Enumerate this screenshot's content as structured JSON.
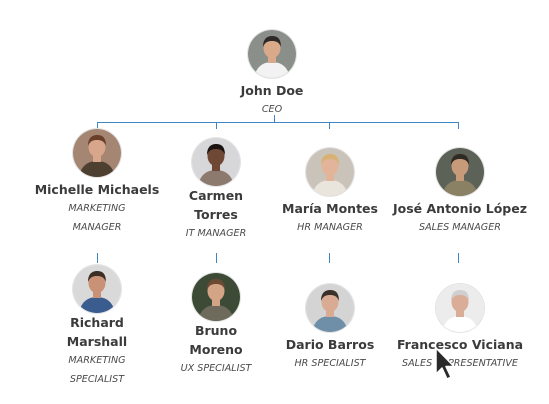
{
  "org": {
    "ceo": {
      "name": "John Doe",
      "title": "CEO",
      "avatar": {
        "bg": "#8b8f8a",
        "skin": "#d9a98a",
        "hair": "#2d2926",
        "shirt": "#f2f2f2"
      }
    },
    "managers": [
      {
        "name": "Michelle Michaels",
        "title": "MARKETING MANAGER",
        "avatar": {
          "bg": "#a48672",
          "skin": "#d7a68b",
          "hair": "#6a3f2a",
          "shirt": "#4d4030"
        },
        "report": {
          "name": "Richard Marshall",
          "title": "MARKETING SPECIALIST",
          "avatar": {
            "bg": "#d9d9d9",
            "skin": "#c99277",
            "hair": "#3a2e25",
            "shirt": "#3a5c8f"
          }
        }
      },
      {
        "name": "Carmen Torres",
        "title": "IT MANAGER",
        "avatar": {
          "bg": "#d7d6d8",
          "skin": "#6e4834",
          "hair": "#1b1311",
          "shirt": "#8d7a6f"
        },
        "report": {
          "name": "Bruno Moreno",
          "title": "UX SPECIALIST",
          "avatar": {
            "bg": "#3d4b36",
            "skin": "#d4a487",
            "hair": "#6b4a33",
            "shirt": "#6e6b5c"
          }
        }
      },
      {
        "name": "María Montes",
        "title": "HR MANAGER",
        "avatar": {
          "bg": "#c9c3ba",
          "skin": "#e2b59a",
          "hair": "#d8b275",
          "shirt": "#e9e4dc"
        },
        "report": {
          "name": "Dario Barros",
          "title": "HR SPECIALIST",
          "avatar": {
            "bg": "#d4d4d4",
            "skin": "#d9ab92",
            "hair": "#3b3128",
            "shirt": "#6f8fa8"
          }
        }
      },
      {
        "name": "José Antonio López",
        "title": "SALES MANAGER",
        "avatar": {
          "bg": "#5c6257",
          "skin": "#c79a7a",
          "hair": "#2f2a24",
          "shirt": "#8a8064"
        },
        "report": {
          "name": "Francesco Viciana",
          "title": "SALES REPRESENTATIVE",
          "avatar": {
            "bg": "#ececec",
            "skin": "#d9ad98",
            "hair": "#cfcfcf",
            "shirt": "#ffffff"
          }
        }
      }
    ]
  },
  "colors": {
    "connector": "#3f86c4",
    "name": "#3b3b3b",
    "title": "#4a4a4a"
  },
  "icons": {
    "cursor": "mouse-pointer-icon"
  }
}
